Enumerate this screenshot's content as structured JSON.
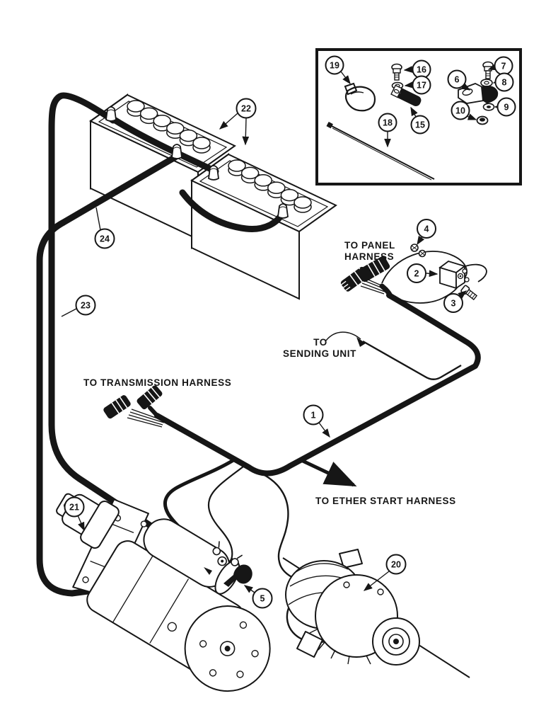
{
  "labels": {
    "panel_line1": "TO PANEL",
    "panel_line2": "HARNESS",
    "sending_line1": "TO",
    "sending_line2": "SENDING UNIT",
    "transmission": "TO TRANSMISSION HARNESS",
    "ether_start": "TO ETHER START HARNESS"
  },
  "callouts": {
    "c1": "1",
    "c2": "2",
    "c3": "3",
    "c4": "4",
    "c5": "5",
    "c6": "6",
    "c7": "7",
    "c8": "8",
    "c9": "9",
    "c10": "10",
    "c15": "15",
    "c16": "16",
    "c17": "17",
    "c18": "18",
    "c19": "19",
    "c20": "20",
    "c21": "21",
    "c22": "22",
    "c23": "23",
    "c24": "24"
  },
  "colors": {
    "ink": "#161616",
    "paper": "#ffffff"
  }
}
